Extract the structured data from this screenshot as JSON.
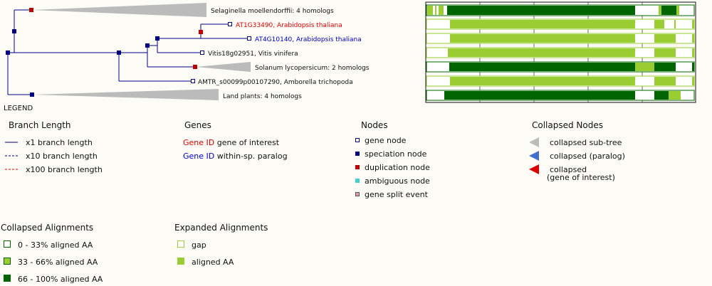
{
  "tree": {
    "leaves": [
      {
        "label": "Selaginella moellendorffii: 4 homologs",
        "kind": "collapsed",
        "color": "#111111"
      },
      {
        "label": "AT1G33490, Arabidopsis thaliana",
        "kind": "gene",
        "color": "#dd0000"
      },
      {
        "label": "AT4G10140, Arabidopsis thaliana",
        "kind": "gene",
        "color": "#0000cc"
      },
      {
        "label": "Vitis18g02951, Vitis vinifera",
        "kind": "gene",
        "color": "#111111"
      },
      {
        "label": "Solanum lycopersicum: 2 homologs",
        "kind": "collapsed",
        "color": "#111111"
      },
      {
        "label": "AMTR_s00099p00107290, Amborella trichopoda",
        "kind": "gene",
        "color": "#111111"
      },
      {
        "label": "Land plants: 4 homologs",
        "kind": "collapsed",
        "color": "#111111"
      }
    ]
  },
  "alignments": {
    "rows": [
      {
        "segments": [
          [
            0,
            0.01,
            "light"
          ],
          [
            0.01,
            0.03,
            "dark"
          ],
          [
            0.05,
            0.1,
            "dark"
          ],
          [
            0.1,
            0.98,
            "dark"
          ],
          [
            0.98,
            1,
            "dark"
          ]
        ]
      },
      {
        "segments": [
          [
            0.1,
            0.99,
            "light"
          ]
        ]
      },
      {
        "segments": [
          [
            0.1,
            0.99,
            "light"
          ]
        ]
      },
      {
        "segments": [
          [
            0.1,
            0.99,
            "light"
          ]
        ]
      },
      {
        "segments": [
          [
            0.1,
            0.99,
            "dark"
          ]
        ]
      },
      {
        "segments": [
          [
            0.1,
            0.99,
            "light"
          ]
        ]
      },
      {
        "segments": [
          [
            0.05,
            0.99,
            "dark"
          ]
        ]
      }
    ]
  },
  "legend": {
    "title": "LEGEND",
    "branch_length": {
      "title": "Branch Length",
      "items": [
        "x1 branch length",
        "x10 branch length",
        "x100 branch length"
      ]
    },
    "genes": {
      "title": "Genes",
      "items": [
        {
          "id": "Gene ID",
          "desc": "gene of interest"
        },
        {
          "id": "Gene ID",
          "desc": "within-sp. paralog"
        }
      ]
    },
    "nodes": {
      "title": "Nodes",
      "items": [
        "gene node",
        "speciation node",
        "duplication node",
        "ambiguous node",
        "gene split event"
      ]
    },
    "collapsed_nodes": {
      "title": "Collapsed Nodes",
      "items": [
        "collapsed sub-tree",
        "collapsed (paralog)",
        "collapsed",
        "(gene of interest)"
      ]
    },
    "collapsed_alignments": {
      "title": "Collapsed Alignments",
      "items": [
        "0 - 33% aligned AA",
        "33 - 66% aligned AA",
        "66 - 100% aligned AA"
      ]
    },
    "expanded_alignments": {
      "title": "Expanded Alignments",
      "items": [
        "gap",
        "aligned AA"
      ]
    }
  },
  "colors": {
    "branch": "#00008b",
    "speciation": "#000080",
    "duplication": "#c00000",
    "ambiguous": "#40d0d0",
    "split": "#e0a0a0",
    "triangle": "#bbbbbb",
    "paralog_triangle": "#4070d0",
    "interest_triangle": "#dd0000",
    "aligned_dark": "#006400",
    "aligned_light": "#9acd32"
  }
}
